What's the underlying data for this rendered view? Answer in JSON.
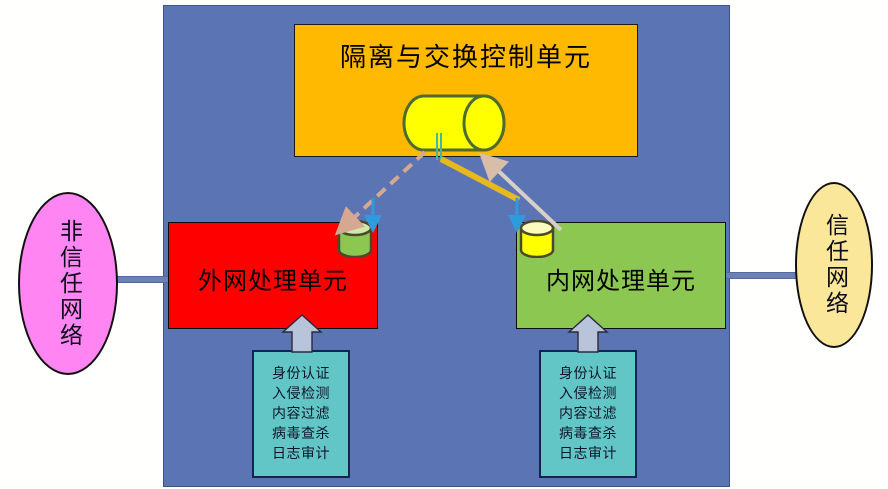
{
  "diagram": {
    "title_internal": "隔离与交换控制单元",
    "control_unit": {
      "label": "隔离与交换控制单元",
      "fill_color": "#ffb900",
      "cylinder": {
        "name": "exchange-buffer-cylinder",
        "fill_color": "#ffff00",
        "stroke_color": "#4d6b2e"
      }
    },
    "units": [
      {
        "id": "outer",
        "label": "外网处理单元",
        "fill_color": "#fe0000",
        "cylinder": {
          "name": "outer-data-cylinder",
          "fill_color": "#8cc751",
          "stroke_color": "#4a4a2a"
        }
      },
      {
        "id": "inner",
        "label": "内网处理单元",
        "fill_color": "#8cc751",
        "cylinder": {
          "name": "inner-data-cylinder",
          "fill_color": "#ffff00",
          "stroke_color": "#4a4a2a"
        }
      }
    ],
    "service_lists": [
      {
        "id": "outer-services",
        "fill_color": "#63c6c6",
        "items": [
          "身份认证",
          "入侵检测",
          "内容过滤",
          "病毒查杀",
          "日志审计"
        ]
      },
      {
        "id": "inner-services",
        "fill_color": "#63c6c6",
        "items": [
          "身份认证",
          "入侵检测",
          "内容过滤",
          "病毒查杀",
          "日志审计"
        ]
      }
    ],
    "networks": [
      {
        "id": "untrusted",
        "label": "非信任网络",
        "fill_color": "#ff86f2"
      },
      {
        "id": "trusted",
        "label": "信任网络",
        "fill_color": "#fbe79a"
      }
    ],
    "connectors": {
      "link_color": "#6b80b5",
      "dashed_arrow_color": "#d6a892",
      "gold_arrow_color": "#e8b91e",
      "gray_arrow_color": "#d8cfc7",
      "blue_arrow_color": "#2e9bdd",
      "teal_stem_color": "#3fb8a8",
      "block_arrow_fill": "#b8c4d9",
      "block_arrow_stroke": "#2a2a3a"
    },
    "panel": {
      "fill_color": "#5b74b4",
      "border_color": "#3f5380"
    }
  }
}
